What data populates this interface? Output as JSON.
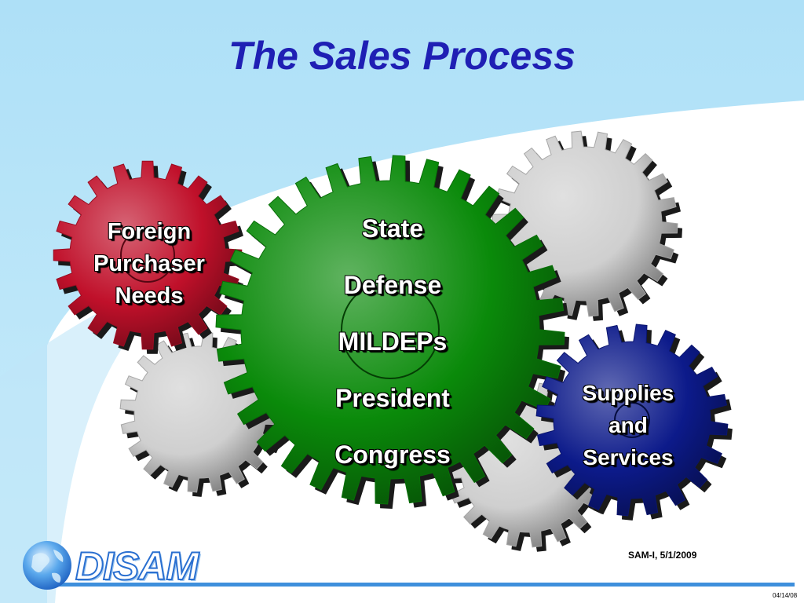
{
  "slide": {
    "title": "The Sales Process",
    "footer": "SAM-I, 5/1/2009",
    "date_stamp": "04/14/08"
  },
  "logo": {
    "text": "DISAM"
  },
  "gears": {
    "foreign": {
      "lines": [
        "Foreign",
        "Purchaser",
        "Needs"
      ],
      "color": "#c0102a"
    },
    "center": {
      "lines": [
        "State",
        "Defense",
        "MILDEPs",
        "President",
        "Congress"
      ],
      "color": "#0a8a0a"
    },
    "supplies": {
      "lines": [
        "Supplies",
        "and",
        "Services"
      ],
      "color": "#0c1a8a"
    },
    "decorative_color": "#cfcfcf"
  },
  "colors": {
    "title": "#1f1fb4",
    "background_top": "#a8dcf5",
    "background_swoosh": "#ffffff"
  }
}
